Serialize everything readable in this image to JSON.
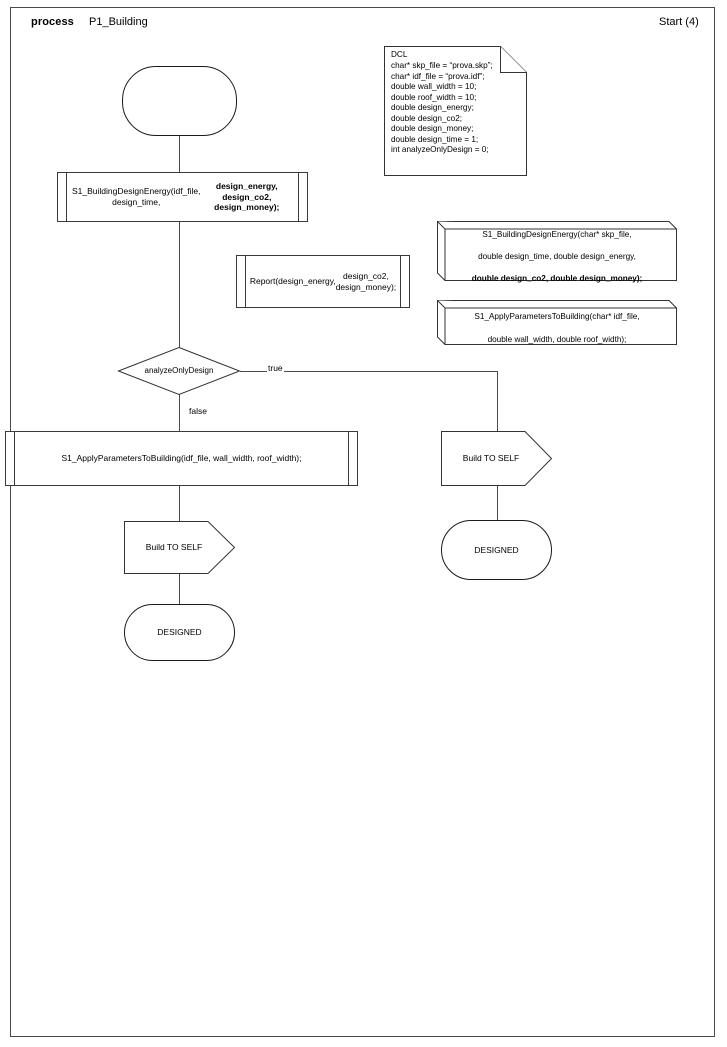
{
  "header": {
    "kind_label": "process",
    "process_name": "P1_Building",
    "right_label": "Start (4)"
  },
  "nodes": {
    "start_terminator": {
      "label": ""
    },
    "call_design_energy": {
      "line1": "S1_BuildingDesignEnergy(idf_file, design_time,",
      "line2": "design_energy, design_co2, design_money);"
    },
    "report_call": {
      "line1": "Report(design_energy,",
      "line2": "design_co2, design_money);"
    },
    "decision": {
      "label": "analyzeOnlyDesign"
    },
    "edge_true": {
      "label": "true"
    },
    "edge_false": {
      "label": "false"
    },
    "call_apply_params": {
      "line1": "S1_ApplyParametersToBuilding(idf_file, wall_width, roof_width);"
    },
    "build_to_self_left": {
      "label": "Build TO SELF"
    },
    "build_to_self_right": {
      "label": "Build TO SELF"
    },
    "designed_left": {
      "label": "DESIGNED"
    },
    "designed_right": {
      "label": "DESIGNED"
    }
  },
  "dcl_note": {
    "title": "DCL",
    "body": "char* skp_file = “prova.skp”;\nchar* idf_file = “prova.idf”;\ndouble wall_width = 10;\ndouble roof_width = 10;\ndouble design_energy;\ndouble design_co2;\ndouble design_money;\ndouble design_time = 1;\nint analyzeOnlyDesign = 0;"
  },
  "signatures": [
    {
      "line1": "S1_BuildingDesignEnergy(char* skp_file,",
      "line2": "double design_time, double design_energy,",
      "line3": "double design_co2, double design_money);"
    },
    {
      "line1": "S1_ApplyParametersToBuilding(char* idf_file,",
      "line2": "double wall_width, double roof_width);"
    }
  ],
  "colors": {
    "stroke": "#333333",
    "border": "#4a4a4a",
    "background": "#ffffff",
    "text": "#000000"
  }
}
